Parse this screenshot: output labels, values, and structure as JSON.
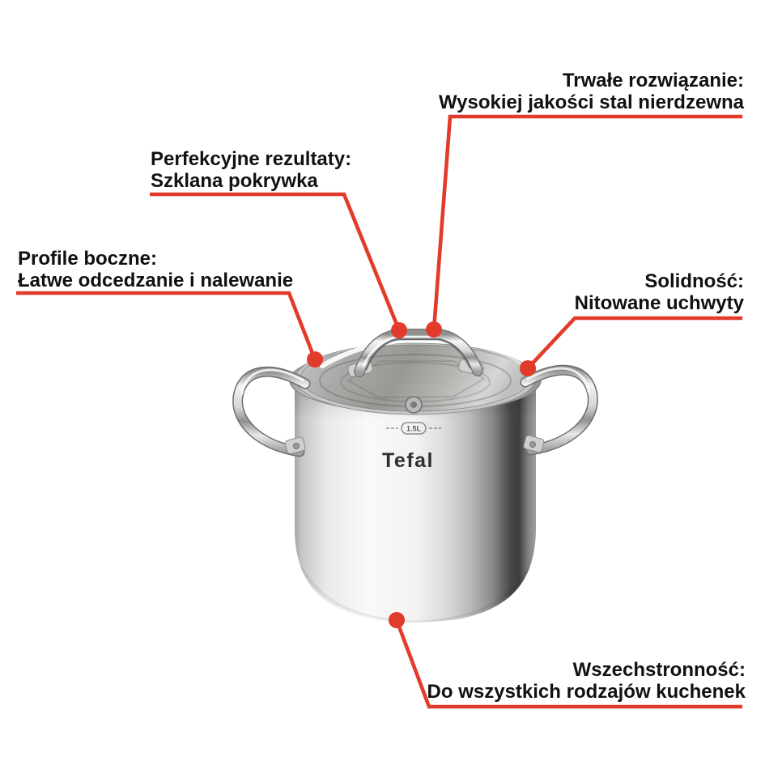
{
  "colors": {
    "callout": "#e23b2b",
    "text": "#111111",
    "background": "#ffffff"
  },
  "product": {
    "brand_logo": "Tefal",
    "lid_capacity_marking": "1.5L"
  },
  "annotations": {
    "durable_solution": {
      "title": "Trwałe rozwiązanie:",
      "description": "Wysokiej jakości stal nierdzewna"
    },
    "perfect_results": {
      "title": "Perfekcyjne rezultaty:",
      "description": "Szklana pokrywka"
    },
    "side_profiles": {
      "title": "Profile boczne:",
      "description": "Łatwe odcedzanie i nalewanie"
    },
    "solidity": {
      "title": "Solidność:",
      "description": "Nitowane uchwyty"
    },
    "versatility": {
      "title": "Wszechstronność:",
      "description": "Do wszystkich rodzajów kuchenek"
    }
  }
}
